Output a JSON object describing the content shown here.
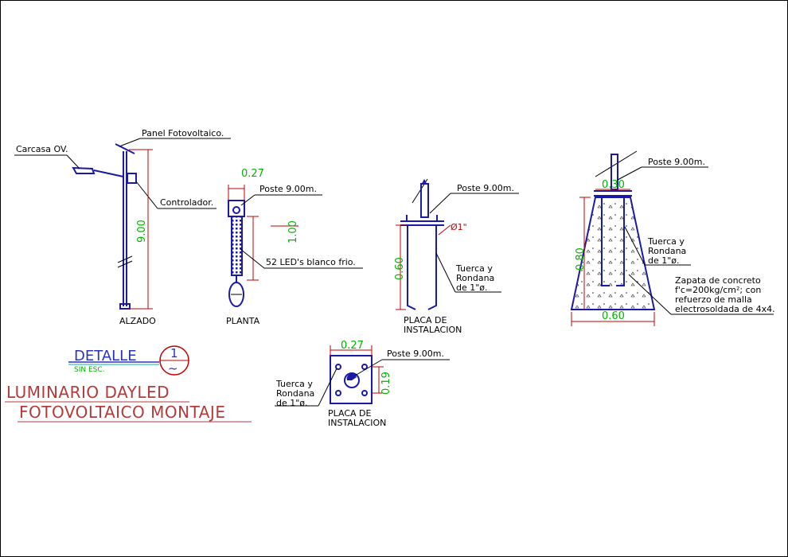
{
  "colors": {
    "outline": "#1a1aa6",
    "dimension": "#00b400",
    "dimline": "#c00000",
    "title": "#b43a3a",
    "detail": "#2a34b8"
  },
  "alzado": {
    "label": "ALZADO",
    "panel_label": "Panel Fotovoltaico.",
    "carcasa_label": "Carcasa OV.",
    "controlador_label": "Controlador.",
    "height_dim": "9.00"
  },
  "planta": {
    "label": "PLANTA",
    "poste_label": "Poste 9.00m.",
    "width_dim": "0.27",
    "height_dim": "1.00",
    "led_label": "52 LED's blanco frio."
  },
  "placa_elev": {
    "label_1": "PLACA DE",
    "label_2": "INSTALACION",
    "poste_label": "Poste 9.00m.",
    "diam_label": "Ø1\"",
    "tuerca_1": "Tuerca y",
    "tuerca_2": "Rondana",
    "tuerca_3": "de 1\"ø.",
    "height_dim": "0.60"
  },
  "zapata": {
    "poste_label": "Poste 9.00m.",
    "top_dim": "0.30",
    "height_dim": "0.80",
    "bottom_dim": "0.60",
    "tuerca_1": "Tuerca y",
    "tuerca_2": "Rondana",
    "tuerca_3": "de 1\"ø.",
    "note_1": "Zapata de concreto",
    "note_2": "f'c=200kg/cm²; con",
    "note_3": "refuerzo de malla",
    "note_4": "electrosoldada de 4x4."
  },
  "placa_plan": {
    "label_1": "PLACA DE",
    "label_2": "INSTALACION",
    "poste_label": "Poste 9.00m.",
    "width_dim": "0.27",
    "height_dim": "0.19",
    "tuerca_1": "Tuerca y",
    "tuerca_2": "Rondana",
    "tuerca_3": "de 1\"ø."
  },
  "detail": {
    "title": "DETALLE",
    "number": "1",
    "scale": "SIN ESC.",
    "symbol": "~"
  },
  "main_title": {
    "line1": "LUMINARIO DAYLED",
    "line2": "FOTOVOLTAICO MONTAJE"
  }
}
